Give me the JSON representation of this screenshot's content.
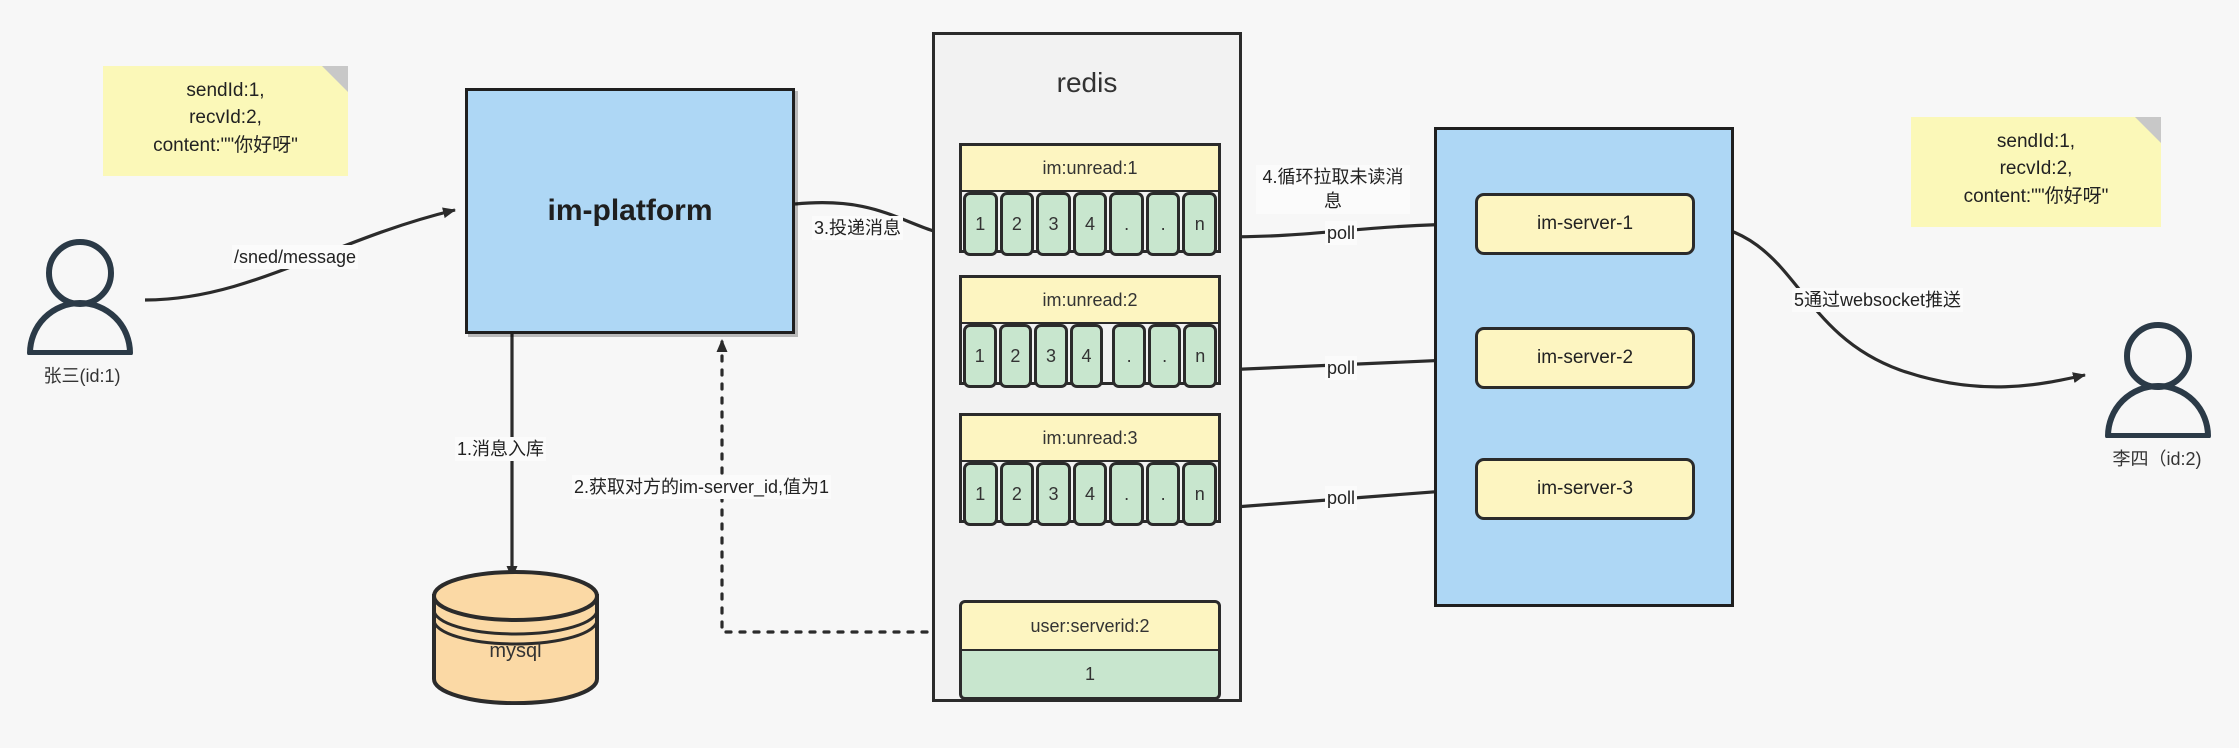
{
  "diagram": {
    "title": "IM message delivery architecture",
    "colors": {
      "background": "#f7f7f7",
      "note_yellow": "#fbf8b8",
      "box_blue": "#aed7f5",
      "key_yellow": "#fdf5c1",
      "cell_green": "#c8e6ce",
      "db_orange": "#fbd9a5",
      "stroke": "#2b2b2b"
    }
  },
  "notes": {
    "left": "sendId:1,\nrecvId:2,\ncontent:\"\"你好呀\"",
    "right": "sendId:1,\nrecvId:2,\ncontent:\"\"你好呀\""
  },
  "actors": {
    "sender": {
      "label": "张三(id:1)",
      "icon": "user-icon"
    },
    "receiver": {
      "label": "李四（id:2)",
      "icon": "user-icon"
    }
  },
  "platform": {
    "label": "im-platform"
  },
  "database": {
    "label": "mysql",
    "icon": "database-cylinder-icon"
  },
  "redis": {
    "title": "redis",
    "keys": [
      {
        "name": "im:unread:1",
        "cells": [
          "1",
          "2",
          "3",
          "4",
          ".",
          ".",
          "n"
        ]
      },
      {
        "name": "im:unread:2",
        "cells": [
          "1",
          "2",
          "3",
          "4",
          ".",
          ".",
          "n"
        ]
      },
      {
        "name": "im:unread:3",
        "cells": [
          "1",
          "2",
          "3",
          "4",
          ".",
          ".",
          "n"
        ]
      }
    ],
    "kv": {
      "name": "user:serverid:2",
      "value": "1"
    }
  },
  "servers": [
    {
      "label": "im-server-1"
    },
    {
      "label": "im-server-2"
    },
    {
      "label": "im-server-3"
    }
  ],
  "edges": {
    "send_message": "/sned/message",
    "step1": "1.消息入库",
    "step2": "2.获取对方的im-server_id,值为1",
    "step3": "3.投递消息",
    "step4": "4.循环拉取未读消\n息",
    "step5": "5通过websocket推送",
    "poll1": "poll",
    "poll2": "poll",
    "poll3": "poll"
  }
}
